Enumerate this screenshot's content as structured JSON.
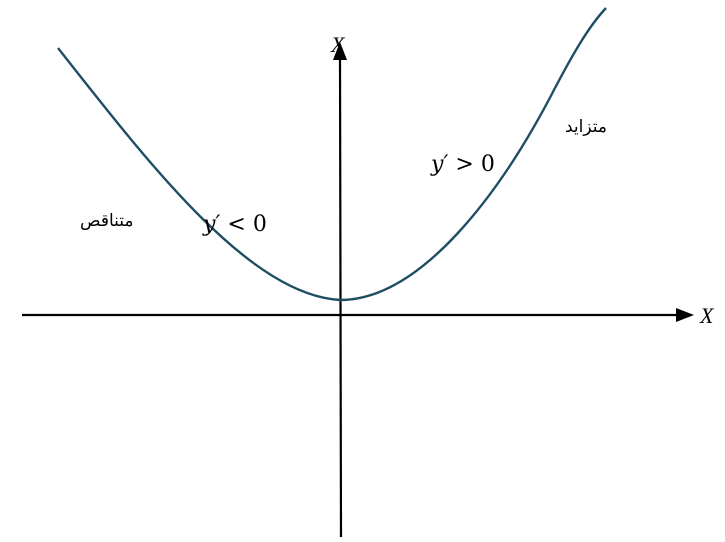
{
  "diagram": {
    "x_axis_label": "X",
    "y_axis_label": "X",
    "left_region": {
      "word": "متناقص",
      "derivative_var": "y′",
      "derivative_rest": " < 0"
    },
    "right_region": {
      "word": "متزايد",
      "derivative_var": "y′",
      "derivative_rest": " > 0"
    },
    "curve_color": "#1f4e63",
    "axis_color": "#000000"
  }
}
